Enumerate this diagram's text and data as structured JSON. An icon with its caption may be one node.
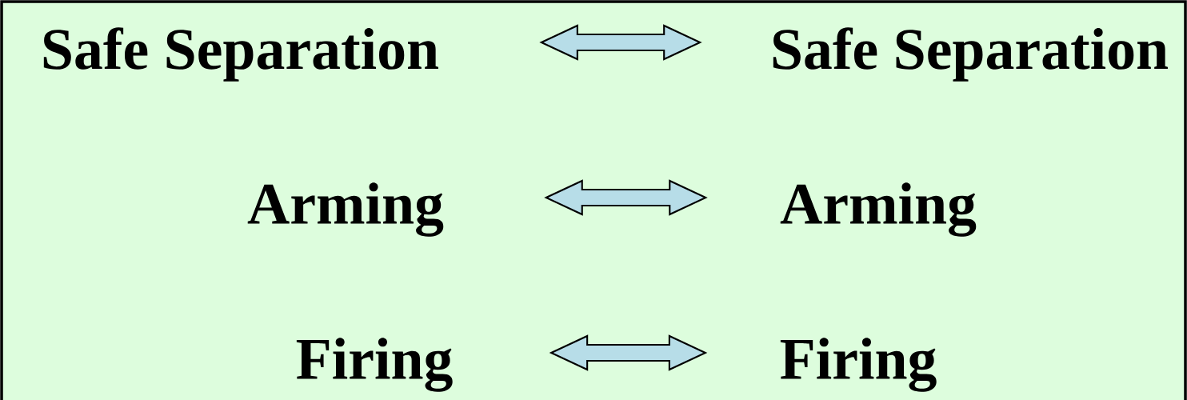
{
  "diagram": {
    "nodes": [
      {
        "text": [
          "Safe Separation"
        ]
      },
      {
        "text": [
          "Arming"
        ]
      },
      {
        "text": [
          "Firing"
        ]
      },
      {
        "text": [
          "Safe Separation"
        ]
      },
      {
        "text": [
          "Arming"
        ]
      },
      {
        "text": [
          "Firing"
        ]
      }
    ],
    "edges": [
      {
        "from": 0,
        "to": 3,
        "arrow": "both"
      },
      {
        "from": 1,
        "to": 4,
        "arrow": "both"
      },
      {
        "from": 2,
        "to": 5,
        "arrow": "both"
      }
    ]
  }
}
